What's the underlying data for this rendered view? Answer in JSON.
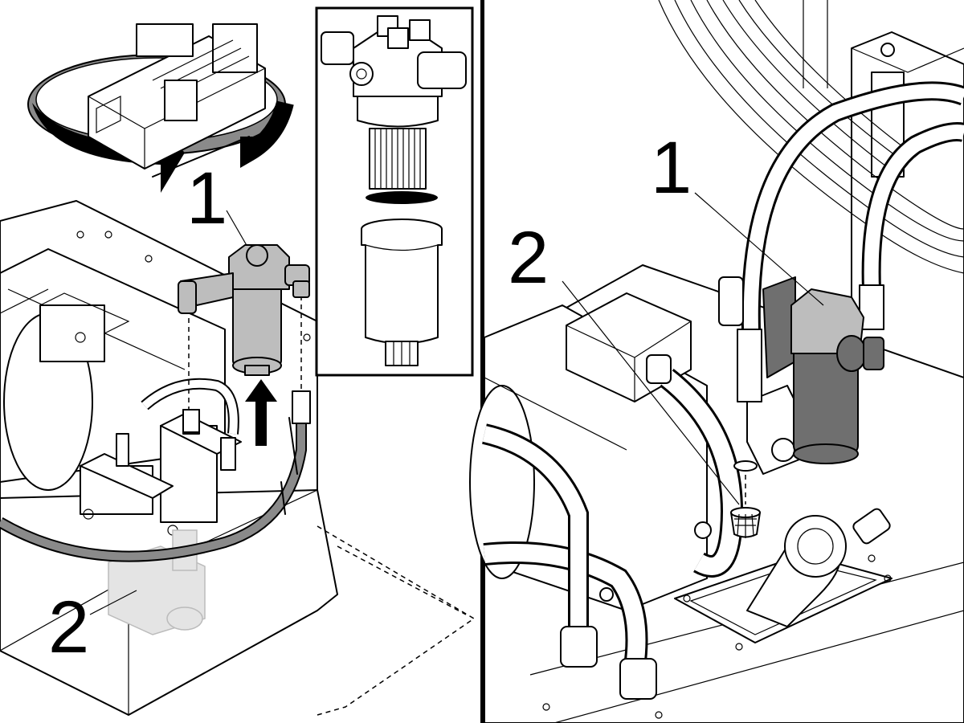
{
  "panels": {
    "left": {
      "callouts": {
        "one": "1",
        "two": "2"
      }
    },
    "right": {
      "callouts": {
        "one": "1",
        "two": "2"
      }
    }
  },
  "colors": {
    "line": "#000000",
    "background": "#ffffff",
    "highlight_part": "#bdbdbd",
    "installed_part": "#6f6f6f",
    "ghost_part": "#e4e4e4"
  },
  "icons": {
    "rotate": "rotate-arrow-icon",
    "lift": "up-arrow-icon"
  }
}
